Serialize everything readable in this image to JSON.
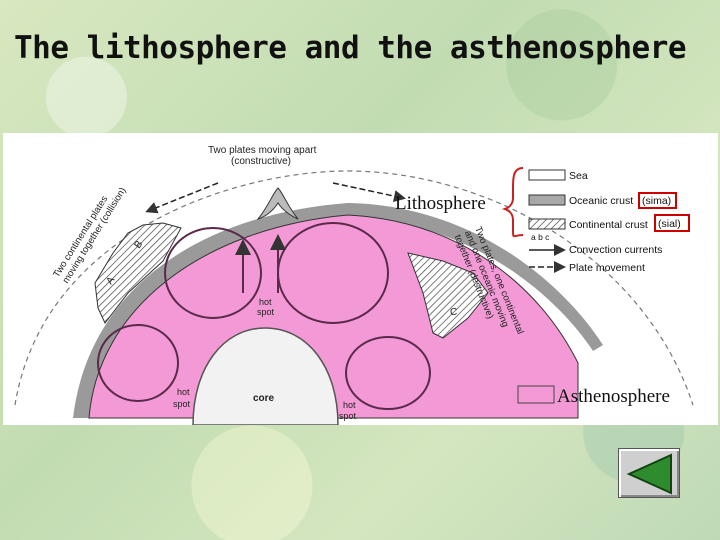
{
  "title": "The lithosphere and the asthenosphere",
  "diagram": {
    "top_label": "Two plates moving apart",
    "top_label_sub": "(constructive)",
    "left_label_1": "Two continental plates",
    "left_label_2": "moving together (collision)",
    "right_label_1": "Two plates, one continental",
    "right_label_2": "and one oceanic moving",
    "right_label_3": "together (destructive)",
    "core_label": "core",
    "hot_spot": "hot",
    "hot_spot_2": "spot",
    "letter_a": "A",
    "letter_b": "B",
    "letter_c": "C",
    "lithosphere_callout": "Lithosphere",
    "asthenosphere_callout": "Asthenosphere",
    "legend": {
      "sea": "Sea",
      "oceanic": "Oceanic crust",
      "sima": "(sima)",
      "continental": "Continental crust",
      "sial": "(sial)",
      "abc": "a b c",
      "convection": "Convection currents",
      "plate_movement": "Plate movement"
    },
    "colors": {
      "asthenosphere": "#f39ad6",
      "highlight_box": "#cc0000"
    }
  },
  "nav": {
    "icon": "triangle-left-icon",
    "color": "#2e8b2e"
  }
}
